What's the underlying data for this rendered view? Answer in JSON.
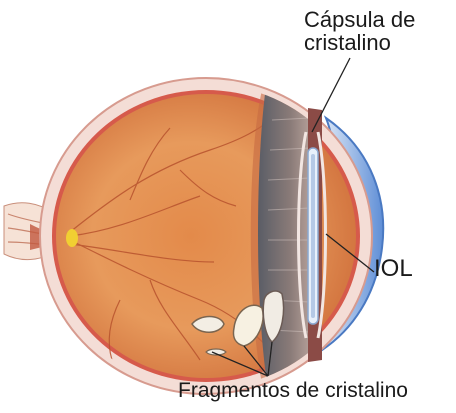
{
  "labels": {
    "capsule_line1": "Cápsula de",
    "capsule_line2": "cristalino",
    "iol": "IOL",
    "fragments": "Fragmentos de cristalino"
  }
}
